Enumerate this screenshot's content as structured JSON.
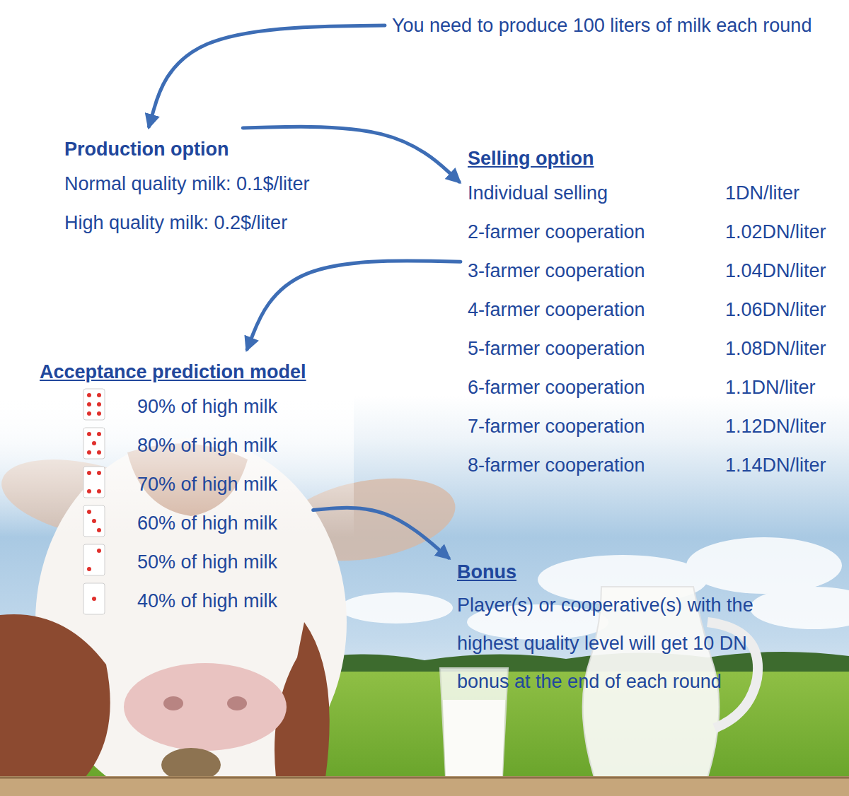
{
  "diagram": {
    "nodes": [
      {
        "text": [
          "You need to produce 100 liters of milk each round"
        ]
      },
      {
        "text": [
          "Production option",
          "Normal quality milk: 0.1$/liter",
          "High quality milk: 0.2$/liter"
        ]
      },
      {
        "text": [
          "Selling option",
          "Individual selling",
          "1DN/liter",
          "2-farmer cooperation",
          "1.02DN/liter",
          "3-farmer cooperation",
          "1.04DN/liter",
          "4-farmer cooperation",
          "1.06DN/liter",
          "5-farmer cooperation",
          "1.08DN/liter",
          "6-farmer cooperation",
          "1.1DN/liter",
          "7-farmer cooperation",
          "1.12DN/liter",
          "8-farmer cooperation",
          "1.14DN/liter"
        ]
      },
      {
        "text": [
          "Acceptance prediction model",
          "90% of high milk",
          "80% of high milk",
          "70% of high milk",
          "60% of high milk",
          "50% of high milk",
          "40% of high milk"
        ]
      },
      {
        "text": [
          "Bonus",
          "Player(s) or cooperative(s) with the highest quality level will get 10 DN bonus at the end of each round"
        ]
      }
    ],
    "edges": [
      {
        "from": 0,
        "to": 1,
        "arrow": "to"
      },
      {
        "from": 1,
        "to": 2,
        "arrow": "to"
      },
      {
        "from": 2,
        "to": 3,
        "arrow": "to"
      },
      {
        "from": 3,
        "to": 4,
        "arrow": "to"
      }
    ]
  }
}
